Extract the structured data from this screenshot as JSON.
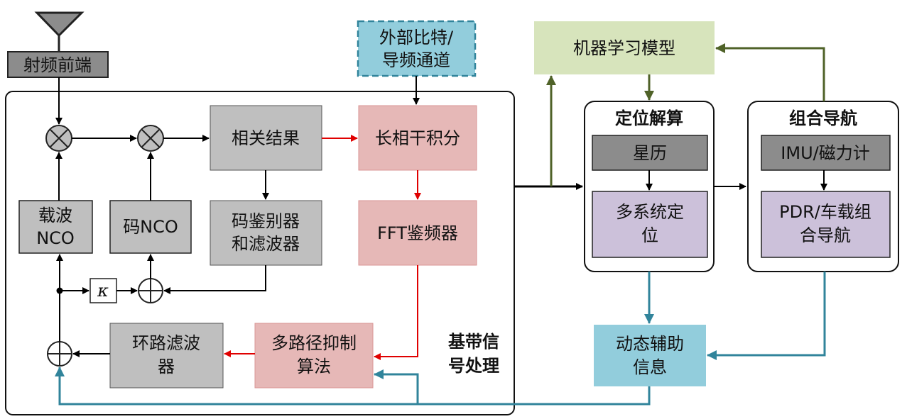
{
  "blocks": {
    "rf_front_end": "射频前端",
    "external_bit_line1": "外部比特/",
    "external_bit_line2": "导频通道",
    "ml_model": "机器学习模型",
    "correlation_result": "相关结果",
    "long_coherent_integration": "长相干积分",
    "carrier_nco_line1": "载波",
    "carrier_nco_line2": "NCO",
    "code_nco": "码NCO",
    "code_discriminator_line1": "码鉴别器",
    "code_discriminator_line2": "和滤波器",
    "fft_discriminator": "FFT鉴频器",
    "kappa": "κ",
    "loop_filter_line1": "环路滤波",
    "loop_filter_line2": "器",
    "multipath_line1": "多路径抑制",
    "multipath_line2": "算法",
    "baseband_line1": "基带信",
    "baseband_line2": "号处理",
    "positioning_title": "定位解算",
    "ephemeris": "星历",
    "multi_gnss_line1": "多系统定",
    "multi_gnss_line2": "位",
    "integrated_nav_title": "组合导航",
    "imu_mag": "IMU/磁力计",
    "pdr_line1": "PDR/车载组",
    "pdr_line2": "合导航",
    "dynamic_aid_line1": "动态辅助",
    "dynamic_aid_line2": "信息"
  },
  "colors": {
    "gray_fill": "#bfbfbf",
    "gray_dark_fill": "#8c8c8c",
    "pink_fill": "#e6b8b7",
    "pink_stroke": "#d99694",
    "blue_fill": "#92cddc",
    "blue_stroke": "#31849b",
    "green_fill": "#d7e4bc",
    "green_stroke": "#4f6228",
    "purple_fill": "#ccc1da",
    "red_arrow": "#e00000",
    "teal_arrow": "#31849b",
    "green_arrow": "#4f6228"
  }
}
